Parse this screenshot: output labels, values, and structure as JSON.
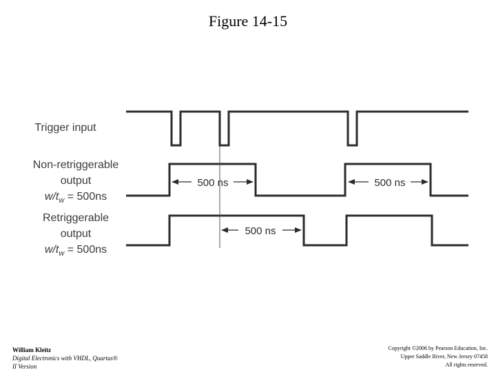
{
  "title": "Figure 14-15",
  "labels": {
    "trigger": "Trigger input",
    "nonretrig_line1": "Non-retriggerable",
    "nonretrig_line2": "output",
    "retrig_line1": "Retriggerable",
    "retrig_line2": "output",
    "w_prefix": "w/t",
    "w_sub": "w",
    "w_value": " = 500ns"
  },
  "annotations": {
    "pulse_width_a": "500 ns",
    "pulse_width_b": "500 ns",
    "pulse_width_c": "500 ns"
  },
  "footer": {
    "author": "William Kleitz",
    "book_line1": "Digital Electronics with VHDL, Quartus®",
    "book_line2": "II Version",
    "copyright_line1": "Copyright ©2006 by Pearson Education, Inc.",
    "copyright_line2": "Upper Saddle River, New Jersey 07458",
    "copyright_line3": "All rights reserved."
  },
  "colors": {
    "waveform": "#2b2b2b",
    "label": "#3a3a3a"
  }
}
